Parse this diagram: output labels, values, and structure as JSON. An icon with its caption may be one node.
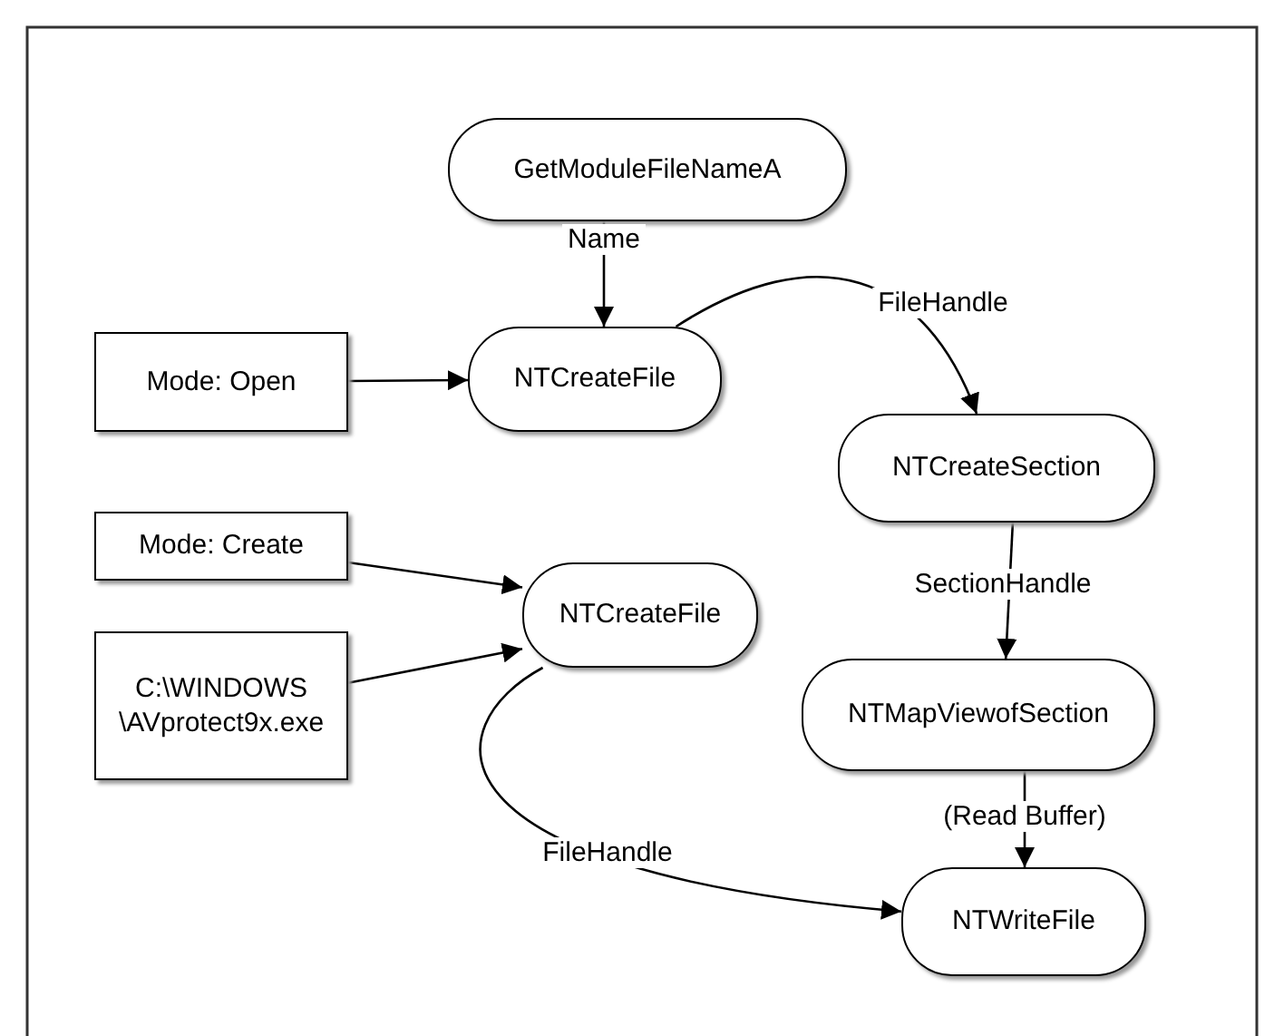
{
  "diagram": {
    "nodes": [
      {
        "text": [
          "GetModuleFileNameA"
        ]
      },
      {
        "text": [
          "Mode: Open"
        ]
      },
      {
        "text": [
          "NTCreateFile"
        ]
      },
      {
        "text": [
          "NTCreateSection"
        ]
      },
      {
        "text": [
          "Mode: Create"
        ]
      },
      {
        "text": [
          "NTCreateFile"
        ]
      },
      {
        "text": [
          "C:\\WINDOWS \\AVprotect9x.exe"
        ]
      },
      {
        "text": [
          "NTMapViewofSection"
        ]
      },
      {
        "text": [
          "NTWriteFile"
        ]
      }
    ],
    "edges": [
      {
        "from": 0,
        "to": 2,
        "arrow": "to",
        "label": "Name"
      },
      {
        "from": 1,
        "to": 2,
        "arrow": "to"
      },
      {
        "from": 2,
        "to": 3,
        "arrow": "to",
        "label": "FileHandle"
      },
      {
        "from": 3,
        "to": 7,
        "arrow": "to",
        "label": "SectionHandle"
      },
      {
        "from": 4,
        "to": 5,
        "arrow": "to"
      },
      {
        "from": 6,
        "to": 5,
        "arrow": "to"
      },
      {
        "from": 7,
        "to": 8,
        "arrow": "to",
        "label": "(Read Buffer)"
      },
      {
        "from": 5,
        "to": 8,
        "arrow": "to",
        "label": "FileHandle"
      }
    ]
  }
}
